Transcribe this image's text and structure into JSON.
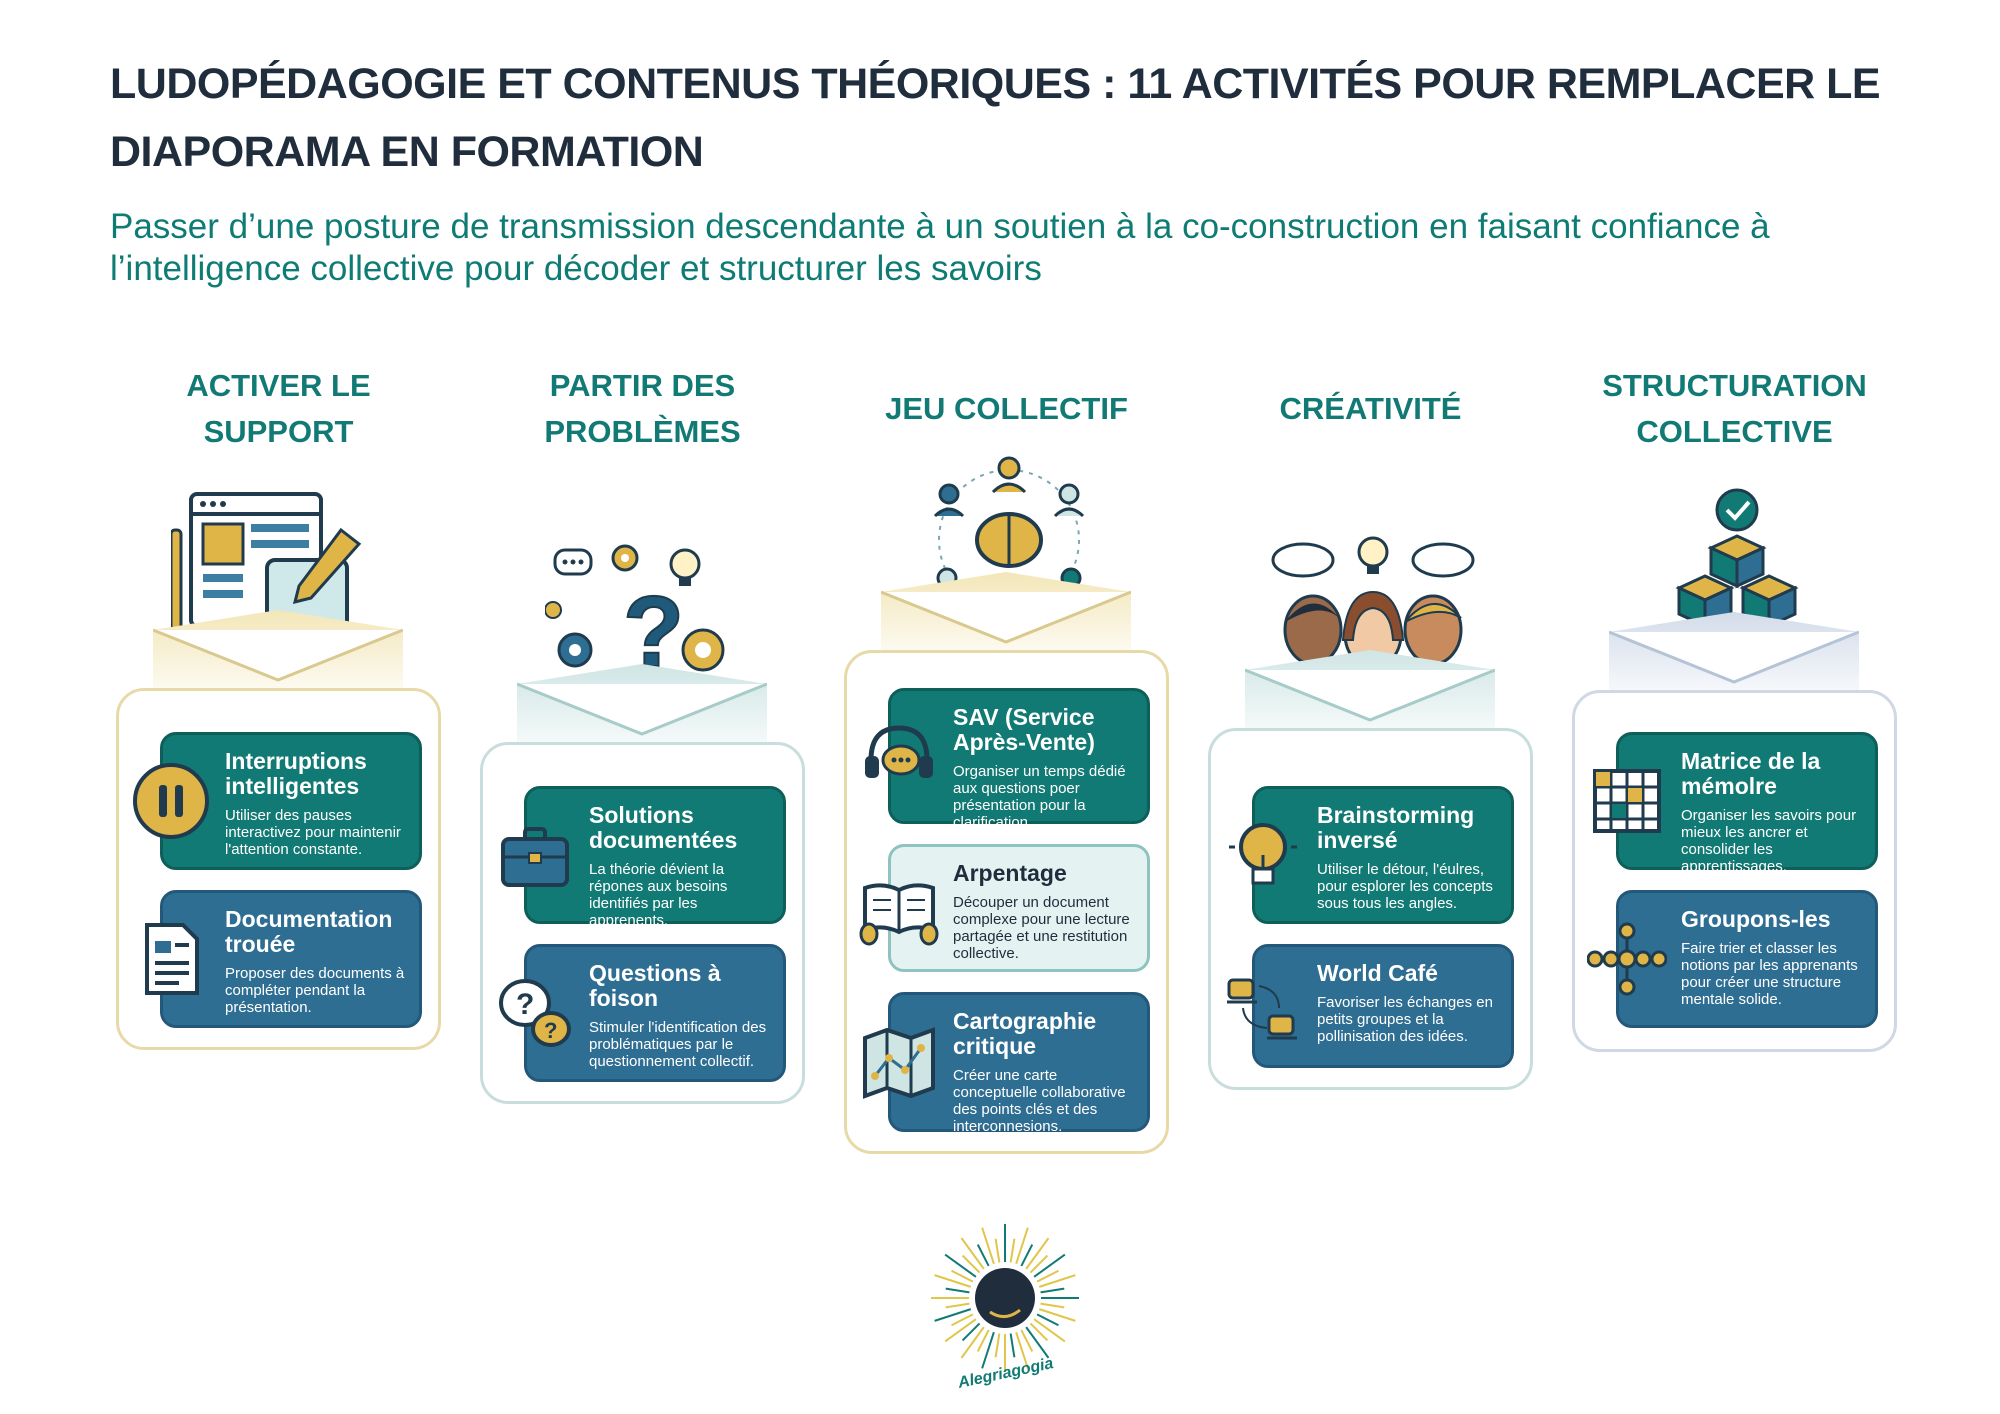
{
  "title": "LUDOPÉDAGOGIE ET CONTENUS THÉORIQUES : 11 ACTIVITÉS POUR REMPLACER LE DIAPORAMA EN FORMATION",
  "subtitle": "Passer d’une posture de transmission descendante à un soutien à la co-construction en faisant confiance à l’intelligence collective pour décoder et structurer les savoirs",
  "colors": {
    "teal": "#127a74",
    "blue": "#2f6e93",
    "gold": "#e0b548",
    "dark": "#1f2d3d"
  },
  "columns": [
    {
      "title": "ACTIVER LE SUPPORT",
      "illustration": "tablet-and-pencil-icon",
      "cards": [
        {
          "title": "Interruptions intelligentes",
          "desc": "Utiliser des pauses interactivez pour maintenir l'attention constante.",
          "icon": "pause-icon"
        },
        {
          "title": "Documentation trouée",
          "desc": "Proposer des documents à compléter pendant la présentation.",
          "icon": "document-icon"
        }
      ]
    },
    {
      "title": "PARTIR DES PROBLÈMES",
      "illustration": "question-gears-icon",
      "cards": [
        {
          "title": "Solutions documentées",
          "desc": "La théorie dévient la répones aux besoins identifiés par les apprenents.",
          "icon": "briefcase-icon"
        },
        {
          "title": "Questions à foison",
          "desc": "Stimuler l'identification des problématiques par le questionnement collectif.",
          "icon": "question-bubbles-icon"
        }
      ]
    },
    {
      "title": "JEU COLLECTIF",
      "illustration": "brain-network-icon",
      "cards": [
        {
          "title": "SAV (Service Après-Vente)",
          "desc": "Organiser un temps dédié aux questions poer présentation pour la clarification.",
          "icon": "headset-icon"
        },
        {
          "title": "Arpentage",
          "desc": "Découper un document complexe pour une lecture partagée et une restitution collective.",
          "icon": "open-book-icon"
        },
        {
          "title": "Cartographie critique",
          "desc": "Créer une carte conceptuelle collaborative des points clés et des interconnesions.",
          "icon": "map-icon"
        }
      ]
    },
    {
      "title": "CRÉATIVITÉ",
      "illustration": "thinking-people-icon",
      "cards": [
        {
          "title": "Brainstorming inversé",
          "desc": "Utiliser le détour, l'éulres, pour esplorer les concepts sous tous les angles.",
          "icon": "lightbulb-icon"
        },
        {
          "title": "World Café",
          "desc": "Favoriser les échanges en petits groupes et la pollinisation des idées.",
          "icon": "coffee-cups-icon"
        }
      ]
    },
    {
      "title": "STRUCTURATION COLLECTIVE",
      "illustration": "stacked-cubes-icon",
      "cards": [
        {
          "title": "Matrice de la mémolre",
          "desc": "Organiser les savoirs pour mieux les ancrer et consolider les apprentissages.",
          "icon": "grid-matrix-icon"
        },
        {
          "title": "Groupons-les",
          "desc": "Faire trier et classer les notions par les apprenants pour créer une structure mentale solide.",
          "icon": "node-cluster-icon"
        }
      ]
    }
  ],
  "logo": {
    "text": "Alegriagogia",
    "icon": "sun-logo-icon"
  }
}
